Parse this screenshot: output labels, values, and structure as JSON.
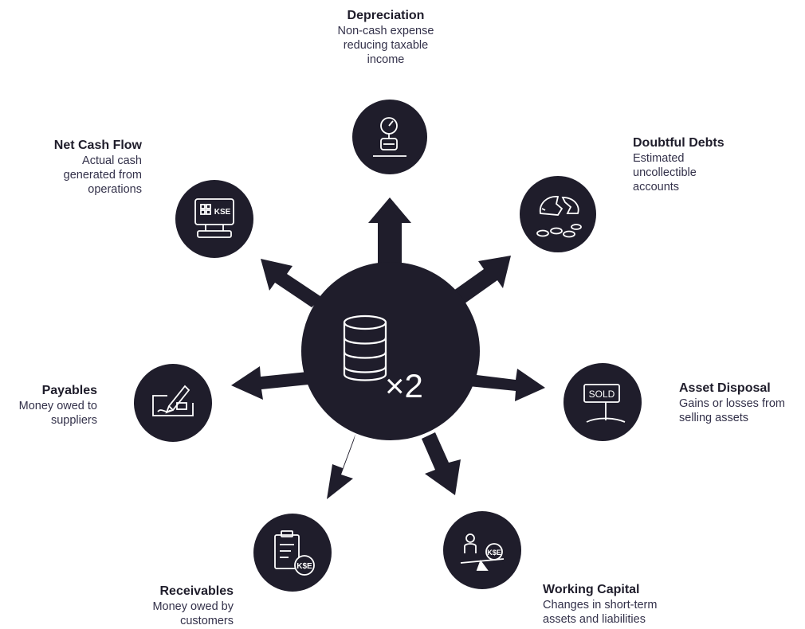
{
  "center": {
    "icon": "database-stack-icon",
    "multiplier": "×2"
  },
  "nodes": [
    {
      "key": "depreciation",
      "icon": "pressure-gauge-icon",
      "title": "Depreciation",
      "lines": [
        "Non-cash expense",
        "reducing taxable",
        "income"
      ]
    },
    {
      "key": "doubtful-debts",
      "icon": "broken-piggy-bank-icon",
      "title": "Doubtful Debts",
      "lines": [
        "Estimated",
        "uncollectible",
        "accounts"
      ]
    },
    {
      "key": "asset-disposal",
      "icon": "sold-sign-icon",
      "title": "Asset Disposal",
      "lines": [
        "Gains or losses from",
        "selling assets"
      ]
    },
    {
      "key": "working-capital",
      "icon": "balance-scale-icon",
      "title": "Working Capital",
      "lines": [
        "Changes in short-term",
        "assets and liabilities"
      ]
    },
    {
      "key": "receivables",
      "icon": "clipboard-invoice-icon",
      "title": "Receivables",
      "lines": [
        "Money owed by",
        "customers"
      ]
    },
    {
      "key": "payables",
      "icon": "check-signing-icon",
      "title": "Payables",
      "lines": [
        "Money owed to",
        "suppliers"
      ]
    },
    {
      "key": "net-cash-flow",
      "icon": "computer-terminal-icon",
      "title": "Net Cash Flow",
      "lines": [
        "Actual cash",
        "generated from",
        "operations"
      ]
    }
  ],
  "badges": {
    "currency_code": "KSE",
    "currency_code_dollar": "K$E",
    "sold_sign": "SOLD"
  },
  "colors": {
    "dark": "#1f1d2b",
    "icon_stroke": "#ffffff",
    "text_title": "#1f1d2b",
    "text_desc": "#33314a"
  }
}
